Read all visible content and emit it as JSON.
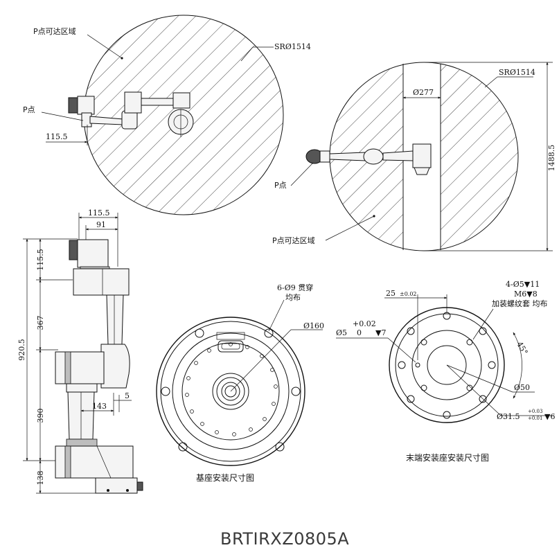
{
  "top_left": {
    "reach_label": "P点可达区域",
    "sr_label": "SRØ1514",
    "p_label": "P点",
    "offset_label": "115.5"
  },
  "top_right": {
    "sr_label": "SRØ1514",
    "gap_label": "Ø277",
    "height_label": "1488.5",
    "p_label": "P点",
    "reach_label": "P点可达区域"
  },
  "side": {
    "d_top": "115.5",
    "d_91": "91",
    "d_115": "115.5",
    "d_367": "367",
    "d_9205": "920.5",
    "d_390": "390",
    "d_138": "138",
    "d_143": "143",
    "d_5": "5"
  },
  "base": {
    "holes": "6-Ø9 贯穿",
    "even": "均布",
    "dia": "Ø160",
    "caption": "基座安装尺寸图"
  },
  "flange": {
    "d25": "25",
    "d25_tol": "±0.02",
    "holes4": "4-Ø5▼11",
    "m6": "M6▼8",
    "insert": "加装螺纹套 均布",
    "tol_plus": "+0.02",
    "pin": "Ø5",
    "pin_zero": "0",
    "pin_depth": "▼7",
    "angle": "45°",
    "d50": "Ø50",
    "d315": "Ø31.5",
    "d315_tol_up": "+0.03",
    "d315_tol_dn": "+0.01",
    "d315_depth": "▼6",
    "caption": "末端安装座安装尺寸图"
  },
  "model": "BRTIRXZ0805A"
}
